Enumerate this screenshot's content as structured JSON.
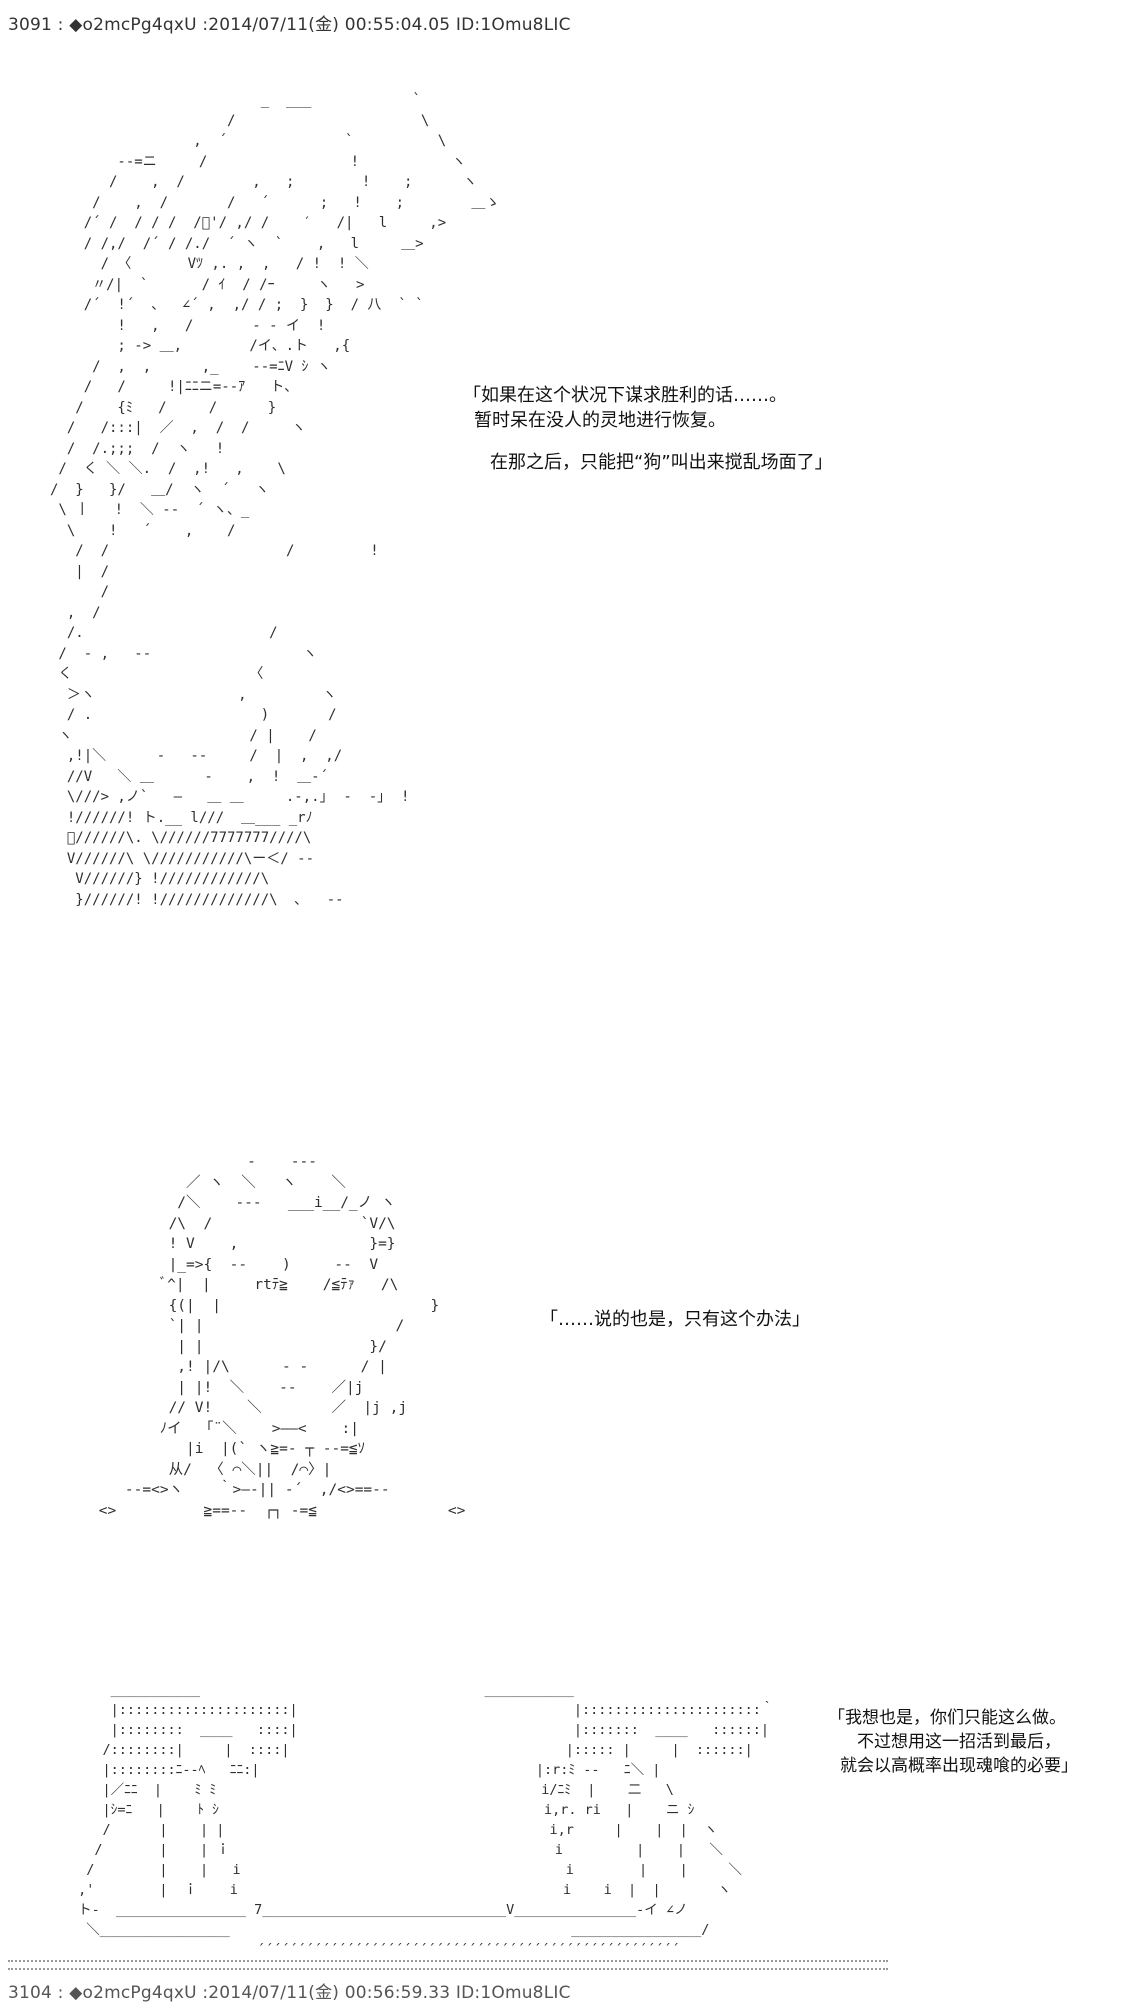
{
  "posts": [
    {
      "header": "3091 : ◆o2mcPg4qxU :2014/07/11(金) 00:55:04.05 ID:1Omu8LIC"
    },
    {
      "header": "3104 : ◆o2mcPg4qxU :2014/07/11(金) 00:56:59.33 ID:1Omu8LIC"
    }
  ],
  "dialogue": {
    "panel1_line1": "「如果在这个状况下谋求胜利的话……。",
    "panel1_line2": "暂时呆在没人的灵地进行恢复。",
    "panel1_line3": "在那之后，只能把“狗”叫出来搅乱场面了」",
    "panel2_line1": "「……说的也是，只有这个办法」",
    "panel3_line1": "「我想也是，你们只能这么做。",
    "panel3_line2": "不过想用这一招活到最后，",
    "panel3_line3": "就会以高概率出现魂喰的必要」"
  },
  "art": {
    "figure1": "                         _  ___            `\n                     /                      \\\n                 ,  ´              `          \\\n        ‐‐=ニ     /                 !           ヽ\n       /    ,  /        ,   ;        !    ;      ヽ\n     /    ,  /       /   ´      ;   !    ;        ＿ゝ\n    /´ /  / / /  /ﾞ'/ ,/ /    ′   /|   l     ,>\n    / /,/  /´ / /./  ´ ヽ  `    ,   l     ＿>\n      / 〈   　  Vﾂ ,. ,  ,   / !  ! ＼\n     〃/|  ` 　　  / ｲ  / /ｰ     ヽ   >\n    /´  !´  、  ∠´ ,  ,/ / ;  }  }  / 八  ` `\n        !   ,   /       - - イ  !\n        ; -> ＿,        /イ、.ト   ,{\n     /  ,  ,      ,_    --=ﾆV ｼ ヽ\n    /   /     !|ﾆﾆニ=--ｱ   ト、\n   /    {ﾐ   /     /      }\n  /   /:::|  ／  ,  /  /     ヽ\n  /  /.;;;  /  ヽ   !\n /  く ＼ ＼.  /  ,!   ,    \\\n/  }   }/   ＿/  ヽ  ´   ヽ\n \\ 丨   !  ＼ -‐  ´ ヽ、_\n  \\    !   ´    ,    /\n   /  /                     /         !\n   |  /\n      /\n  ,  /\n  /.                      /\n /  ‐ ,   ‐‐                  ヽ\n く                     〈\n  ＞ヽ                 ,         ヽ\n  / .                    )       /\n ヽ                     / |    /\n  ,!|＼      ‐   ‐‐     /  |  ,  ,/\n  //V   ＼ ＿      ‐    ,  !  ＿‐´\n  \\///> ,ノ`   ―   ＿ ＿     .‐,.｣  ‐  ‐｣  !\n  !//////! ト.__ l///  ＿___ _rﾉ\n  ﾞ//////\\. \\//////7777777////\\ \n  V//////\\ \\///////////\\ー＜/ ‐‐\n   V//////} !////////////\\ \n   }//////! !/////////////\\  ､   ‐‐",
    "figure2": "                  ‐    ‐‐‐\n           ／ ヽ  ＼   ヽ    ＼\n          /＼    ‐‐‐   ___i__/_ノ ヽ\n         /\\  /                 `V/\\\n         ! V    ,               }=}\n         |_=>{  ‐‐    )     ‐‐  V\n        ﾞ^|  |     rtﾃ≧    /≦ﾃｧ   /\\\n         {(|  |                        }\n         `| |                      /\n          | |                   }/\n          ,! |/\\      ‐ ‐      / |\n          | |!  ＼    ‐‐    ／|j\n         // V!    ＼        ／  |j ,j\n        ﾉイ  「¨＼    >――<    :|\n           |i  |(` ヽ≧=‐ ┬ ‐‐=≦ｿ\n         从/  〈 ⌒＼||  /⌒〉|\n    ‐‐=<>ヽ    ｀>―‐|| ‐´  ,/<>==‐‐\n <>          ≧==‐‐  ┌┐ ‐=≦               <>",
    "figure3": "     ___________                                   ___________\n     |:::::::::::::::::::::|                                  |::::::::::::::::::::::｀\n     |::::::::  ____   ::::|                                  |:::::::  ____   ::::::|\n    /::::::::|     |  ::::|                                  |::::: |     |  ::::::|\n    |::::::::ﾆ‐‐ﾍ   ﾆﾆ:|                                  |:r:ﾐ ‐‐   ﾆ＼ |\n    |／ﾆﾆ  |    ﾐ ﾐ                                        i/ﾆﾐ  |    二   \\\n    |ｼ=ﾆ   |    ﾄ ｼ                                        i,r. ri   |    ニ ｼ\n    /      |    | |                                        i,r     |    |  |  ヽ\n   /       |    | ｉ                                        i         |    |   ＼\n  /        |    |   i                                        i        |    |     ＼\n ,'        |  ｉ    i                                        i    i  |  |       ヽ\n ト‐  ________________ 7______________________________V_______________‐イ ∠ノ\n  ＼________________                                          ________________/\n                       ´´´´´´´´´´´´´´´´´´´´´´´´´´´´´´´´´´´´´´´´´´´´´´´´´´´´"
  },
  "labels": {
    "post_prefix_diamond": "◆"
  }
}
